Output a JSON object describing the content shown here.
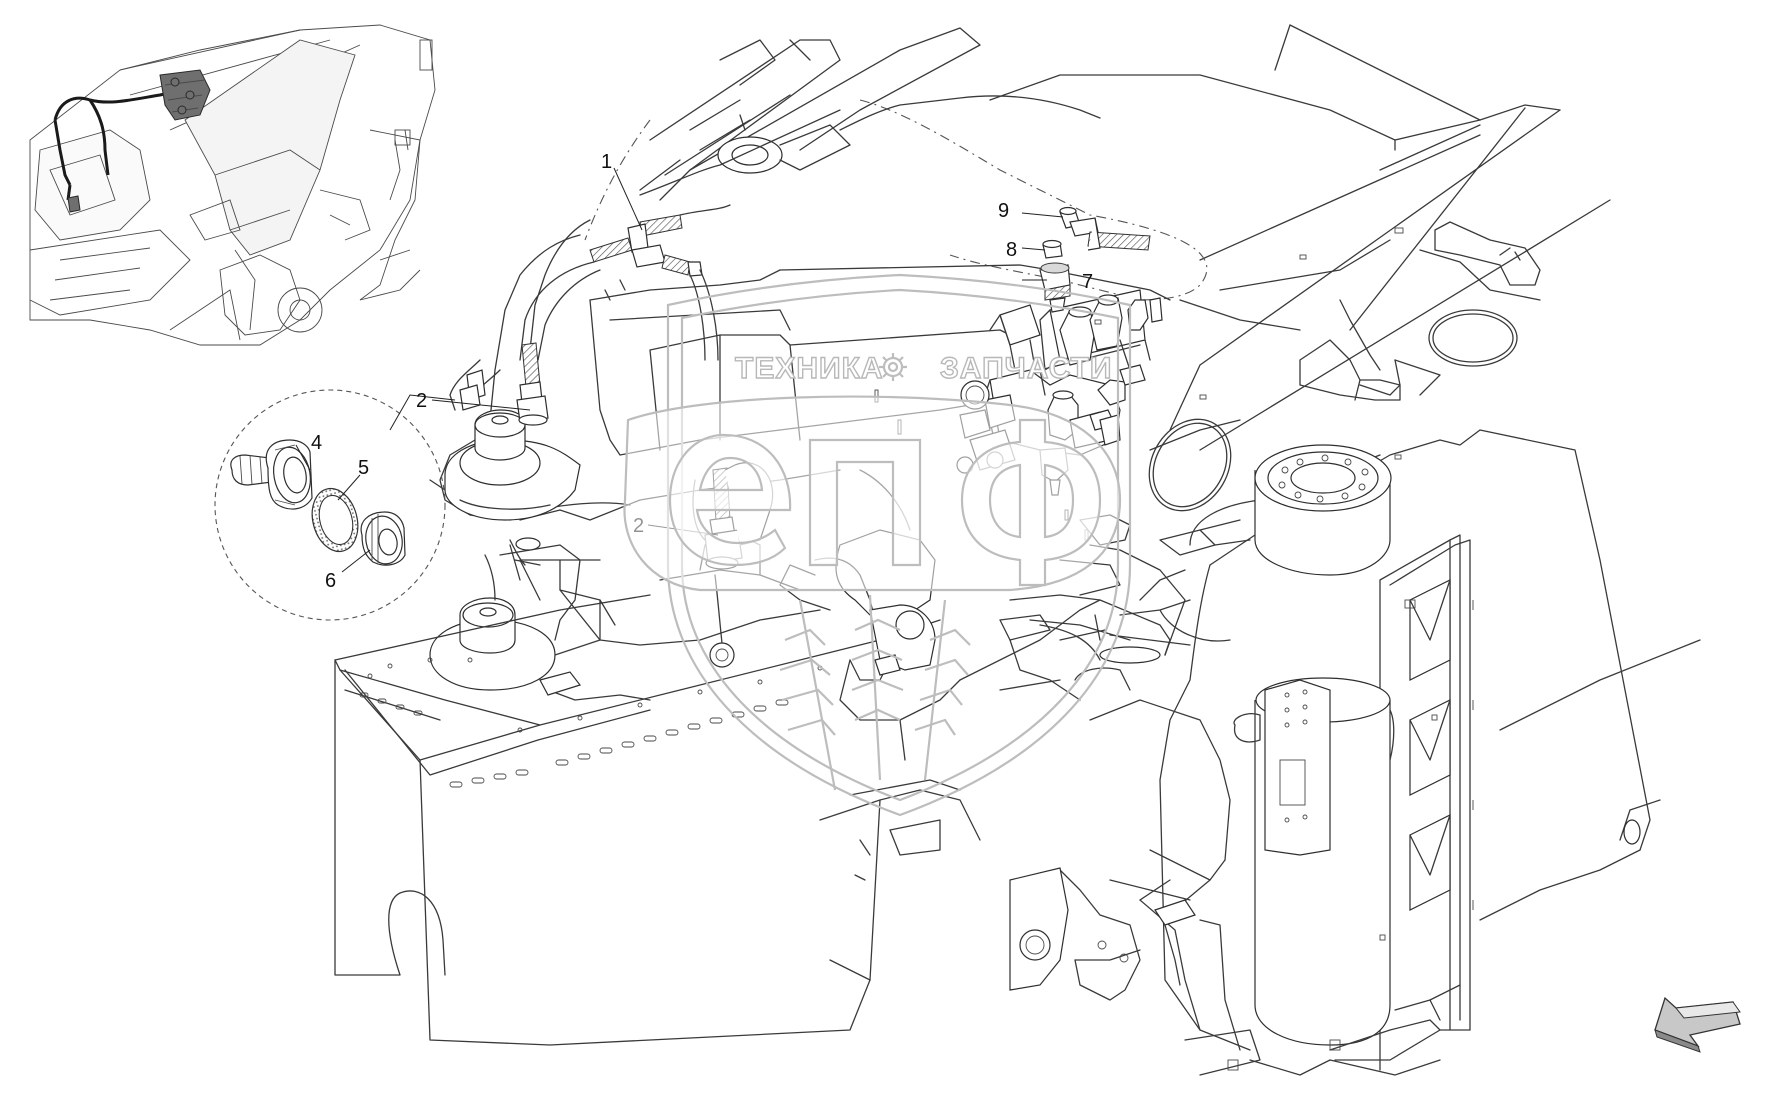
{
  "diagram": {
    "callouts": [
      {
        "id": "c1",
        "label": "1"
      },
      {
        "id": "c2a",
        "label": "2"
      },
      {
        "id": "c2b",
        "label": "2"
      },
      {
        "id": "c4",
        "label": "4"
      },
      {
        "id": "c5",
        "label": "5"
      },
      {
        "id": "c6",
        "label": "6"
      },
      {
        "id": "c7",
        "label": "7"
      },
      {
        "id": "c8",
        "label": "8"
      },
      {
        "id": "c9",
        "label": "9"
      }
    ]
  },
  "watermark": {
    "brand_line_left": "ТЕХНИКА",
    "brand_line_right": "ЗАПЧАСТИ",
    "logo_letters": "епф"
  },
  "icons": [
    "gear-icon",
    "wheat-icon",
    "direction-arrow-icon"
  ]
}
